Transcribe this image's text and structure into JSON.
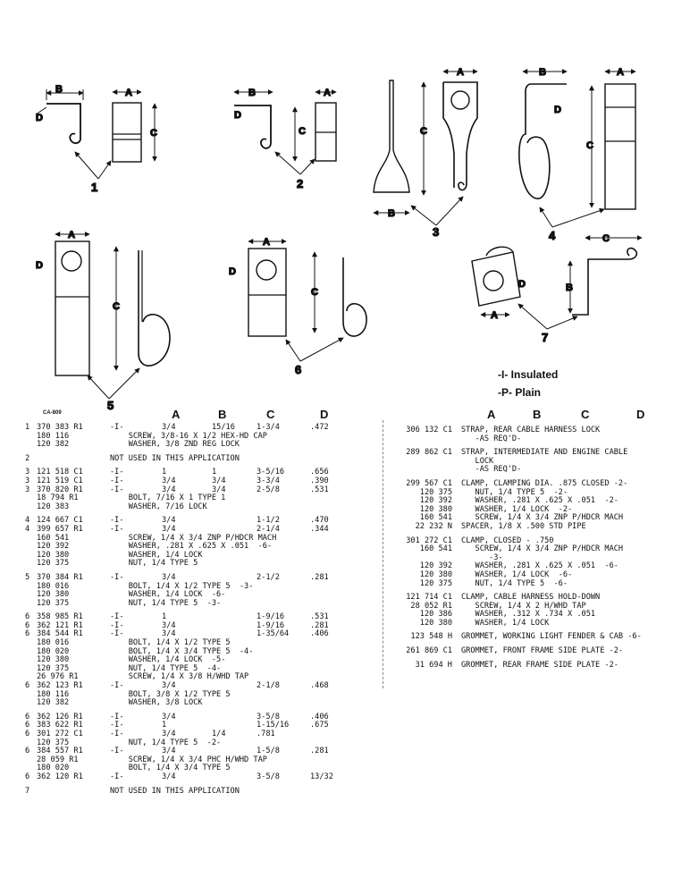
{
  "figure": {
    "letters": [
      "A",
      "B",
      "C",
      "D"
    ],
    "callouts": [
      "1",
      "2",
      "3",
      "4",
      "5",
      "6",
      "7"
    ]
  },
  "legend": {
    "insulated": "-I- Insulated",
    "plain": "-P- Plain"
  },
  "drawing_code": "CA-809",
  "table_headers": [
    "A",
    "B",
    "C",
    "D"
  ],
  "left_rows": [
    {
      "idx": "1",
      "pn": "370 383 R1",
      "cols": [
        "-I-",
        "3/4",
        "15/16",
        "1-3/4",
        ".472"
      ]
    },
    {
      "idx": "",
      "pn": "180 116",
      "text": "SCREW, 3/8-16 X 1/2 HEX-HD CAP"
    },
    {
      "idx": "",
      "pn": "120 382",
      "text": "WASHER, 3/8 ZND REG LOCK"
    },
    {
      "gap": true
    },
    {
      "idx": "2",
      "pn": "",
      "text": "NOT USED IN THIS APPLICATION"
    },
    {
      "gap": true
    },
    {
      "idx": "3",
      "pn": "121 518 C1",
      "cols": [
        "-I-",
        "1",
        "1",
        "3-5/16",
        ".656"
      ]
    },
    {
      "idx": "3",
      "pn": "121 519 C1",
      "cols": [
        "-I-",
        "3/4",
        "3/4",
        "3-3/4",
        ".390"
      ]
    },
    {
      "idx": "3",
      "pn": "370 820 R1",
      "cols": [
        "-I-",
        "3/4",
        "3/4",
        "2-5/8",
        ".531"
      ]
    },
    {
      "idx": "",
      "pn": "18 794 R1",
      "text": "BOLT, 7/16 X 1 TYPE 1"
    },
    {
      "idx": "",
      "pn": "120 383",
      "text": "WASHER, 7/16 LOCK"
    },
    {
      "gap": true
    },
    {
      "idx": "4",
      "pn": "124 667 C1",
      "cols": [
        "-I-",
        "3/4",
        "",
        "1-1/2",
        ".470"
      ]
    },
    {
      "idx": "4",
      "pn": "399 657 R1",
      "cols": [
        "-I-",
        "3/4",
        "",
        "2-1/4",
        ".344"
      ]
    },
    {
      "idx": "",
      "pn": "160 541",
      "text": "SCREW, 1/4 X 3/4 ZNP P/HDCR MACH"
    },
    {
      "idx": "",
      "pn": "120 392",
      "text": "WASHER, .281 X .625 X .051  -6-"
    },
    {
      "idx": "",
      "pn": "120 380",
      "text": "WASHER, 1/4 LOCK"
    },
    {
      "idx": "",
      "pn": "120 375",
      "text": "NUT, 1/4 TYPE 5"
    },
    {
      "gap": true
    },
    {
      "idx": "5",
      "pn": "370 384 R1",
      "cols": [
        "-I-",
        "3/4",
        "",
        "2-1/2",
        ".281"
      ]
    },
    {
      "idx": "",
      "pn": "180 016",
      "text": "BOLT, 1/4 X 1/2 TYPE 5  -3-"
    },
    {
      "idx": "",
      "pn": "120 380",
      "text": "WASHER, 1/4 LOCK  -6-"
    },
    {
      "idx": "",
      "pn": "120 375",
      "text": "NUT, 1/4 TYPE 5  -3-"
    },
    {
      "gap": true
    },
    {
      "idx": "6",
      "pn": "358 985 R1",
      "cols": [
        "-I-",
        "1",
        "",
        "1-9/16",
        ".531"
      ]
    },
    {
      "idx": "6",
      "pn": "362 121 R1",
      "cols": [
        "-I-",
        "3/4",
        "",
        "1-9/16",
        ".281"
      ]
    },
    {
      "idx": "6",
      "pn": "384 544 R1",
      "cols": [
        "-I-",
        "3/4",
        "",
        "1-35/64",
        ".406"
      ]
    },
    {
      "idx": "",
      "pn": "180 016",
      "text": "BOLT, 1/4 X 1/2 TYPE 5"
    },
    {
      "idx": "",
      "pn": "180 020",
      "text": "BOLT, 1/4 X 3/4 TYPE 5  -4-"
    },
    {
      "idx": "",
      "pn": "120 380",
      "text": "WASHER, 1/4 LOCK  -5-"
    },
    {
      "idx": "",
      "pn": "120 375",
      "text": "NUT, 1/4 TYPE 5  -4-"
    },
    {
      "idx": "",
      "pn": "26 976 R1",
      "text": "SCREW, 1/4 X 3/8 H/WHD TAP"
    },
    {
      "idx": "6",
      "pn": "362 123 R1",
      "cols": [
        "-I-",
        "3/4",
        "",
        "2-1/8",
        ".468"
      ]
    },
    {
      "idx": "",
      "pn": "180 116",
      "text": "BOLT, 3/8 X 1/2 TYPE 5"
    },
    {
      "idx": "",
      "pn": "120 382",
      "text": "WASHER, 3/8 LOCK"
    },
    {
      "gap": true
    },
    {
      "idx": "6",
      "pn": "362 126 R1",
      "cols": [
        "-I-",
        "3/4",
        "",
        "3-5/8",
        ".406"
      ]
    },
    {
      "idx": "6",
      "pn": "383 622 R1",
      "cols": [
        "-I-",
        "1",
        "",
        "1-15/16",
        ".675"
      ]
    },
    {
      "idx": "6",
      "pn": "301 272 C1",
      "cols": [
        "-I-",
        "3/4",
        "1/4",
        ".781",
        ""
      ]
    },
    {
      "idx": "",
      "pn": "120 375",
      "text": "NUT, 1/4 TYPE 5  -2-"
    },
    {
      "idx": "6",
      "pn": "384 557 R1",
      "cols": [
        "-I-",
        "3/4",
        "",
        "1-5/8",
        ".281"
      ]
    },
    {
      "idx": "",
      "pn": "28 059 R1",
      "text": "SCREW, 1/4 X 3/4 PHC H/WHD TAP"
    },
    {
      "idx": "",
      "pn": "180 020",
      "text": "BOLT, 1/4 X 3/4 TYPE 5"
    },
    {
      "idx": "6",
      "pn": "362 120 R1",
      "cols": [
        "-I-",
        "3/4",
        "",
        "3-5/8",
        "13/32"
      ]
    },
    {
      "gap": true
    },
    {
      "idx": "7",
      "pn": "",
      "text": "NOT USED IN THIS APPLICATION"
    }
  ],
  "right_rows": [
    {
      "pn": "306 132 C1",
      "text": "STRAP, REAR CABLE HARNESS LOCK"
    },
    {
      "pn": "",
      "text": "   -AS REQ'D-"
    },
    {
      "gap": true
    },
    {
      "pn": "289 862 C1",
      "text": "STRAP, INTERMEDIATE AND ENGINE CABLE"
    },
    {
      "pn": "",
      "text": "   LOCK"
    },
    {
      "pn": "",
      "text": "   -AS REQ'D-"
    },
    {
      "gap": true
    },
    {
      "pn": "299 567 C1",
      "text": "CLAMP, CLAMPING DIA. .875 CLOSED -2-"
    },
    {
      "pn": "120 375",
      "text": "   NUT, 1/4 TYPE 5  -2-"
    },
    {
      "pn": "120 392",
      "text": "   WASHER, .281 X .625 X .051  -2-"
    },
    {
      "pn": "120 380",
      "text": "   WASHER, 1/4 LOCK  -2-"
    },
    {
      "pn": "160 541",
      "text": "   SCREW, 1/4 X 3/4 ZNP P/HDCR MACH"
    },
    {
      "pn": "22 232 N",
      "text": "SPACER, 1/8 X .500 STD PIPE"
    },
    {
      "gap": true
    },
    {
      "pn": "301 272 C1",
      "text": "CLAMP, CLOSED - .750"
    },
    {
      "pn": "160 541",
      "text": "   SCREW, 1/4 X 3/4 ZNP P/HDCR MACH"
    },
    {
      "pn": "",
      "text": "      -3-"
    },
    {
      "pn": "120 392",
      "text": "   WASHER, .281 X .625 X .051  -6-"
    },
    {
      "pn": "120 380",
      "text": "   WASHER, 1/4 LOCK  -6-"
    },
    {
      "pn": "120 375",
      "text": "   NUT, 1/4 TYPE 5  -6-"
    },
    {
      "gap": true
    },
    {
      "pn": "121 714 C1",
      "text": "CLAMP, CABLE HARNESS HOLD-DOWN"
    },
    {
      "pn": "28 052 R1",
      "text": "   SCREW, 1/4 X 2 H/WHD TAP"
    },
    {
      "pn": "120 386",
      "text": "   WASHER, .312 X .734 X .051"
    },
    {
      "pn": "120 380",
      "text": "   WASHER, 1/4 LOCK"
    },
    {
      "gap": true
    },
    {
      "pn": "123 548 H",
      "text": "GROMMET, WORKING LIGHT FENDER & CAB -6-"
    },
    {
      "gap": true
    },
    {
      "pn": "261 869 C1",
      "text": "GROMMET, FRONT FRAME SIDE PLATE -2-"
    },
    {
      "gap": true
    },
    {
      "pn": "31 694 H",
      "text": "GROMMET, REAR FRAME SIDE PLATE -2-"
    }
  ]
}
